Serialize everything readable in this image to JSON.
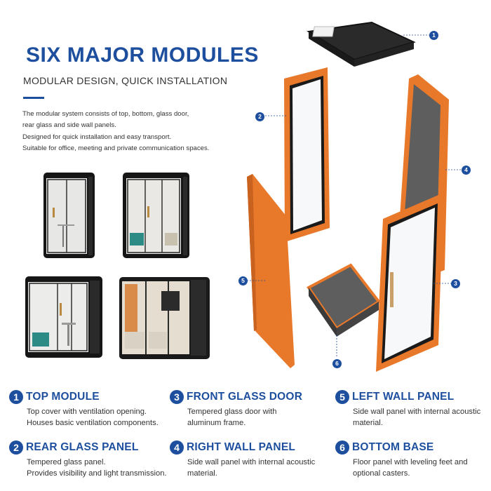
{
  "header": {
    "title": "SIX MAJOR MODULES",
    "subtitle": "MODULAR DESIGN, QUICK INSTALLATION",
    "description": [
      "The modular system consists of top, bottom, glass door,",
      "rear glass and side wall panels.",
      "Designed for quick installation and easy transport.",
      "Suitable for office, meeting and private communication spaces."
    ]
  },
  "diagram": {
    "callouts": [
      "1",
      "2",
      "3",
      "4",
      "5",
      "6"
    ],
    "colors": {
      "accent": "#1d4f9e",
      "panel_frame": "#e8782a",
      "acoustic_felt": "#5e5e5e",
      "top_cover": "#2a2a2a"
    }
  },
  "modules": [
    {
      "number": "1",
      "name": "TOP MODULE",
      "lines": [
        "Top cover with ventilation opening.",
        "Houses basic ventilation components."
      ]
    },
    {
      "number": "3",
      "name": "FRONT GLASS DOOR",
      "lines": [
        "Tempered glass door with",
        "aluminum frame."
      ]
    },
    {
      "number": "5",
      "name": "LEFT WALL PANEL",
      "lines": [
        "Side wall panel with internal acoustic",
        "material."
      ]
    },
    {
      "number": "2",
      "name": "REAR GLASS PANEL",
      "lines": [
        "Tempered glass panel.",
        "Provides visibility and light transmission."
      ]
    },
    {
      "number": "4",
      "name": "RIGHT WALL PANEL",
      "lines": [
        "Side wall panel with internal acoustic",
        "material."
      ]
    },
    {
      "number": "6",
      "name": "BOTTOM BASE",
      "lines": [
        "Floor panel with leveling feet and",
        "optional casters."
      ]
    }
  ]
}
